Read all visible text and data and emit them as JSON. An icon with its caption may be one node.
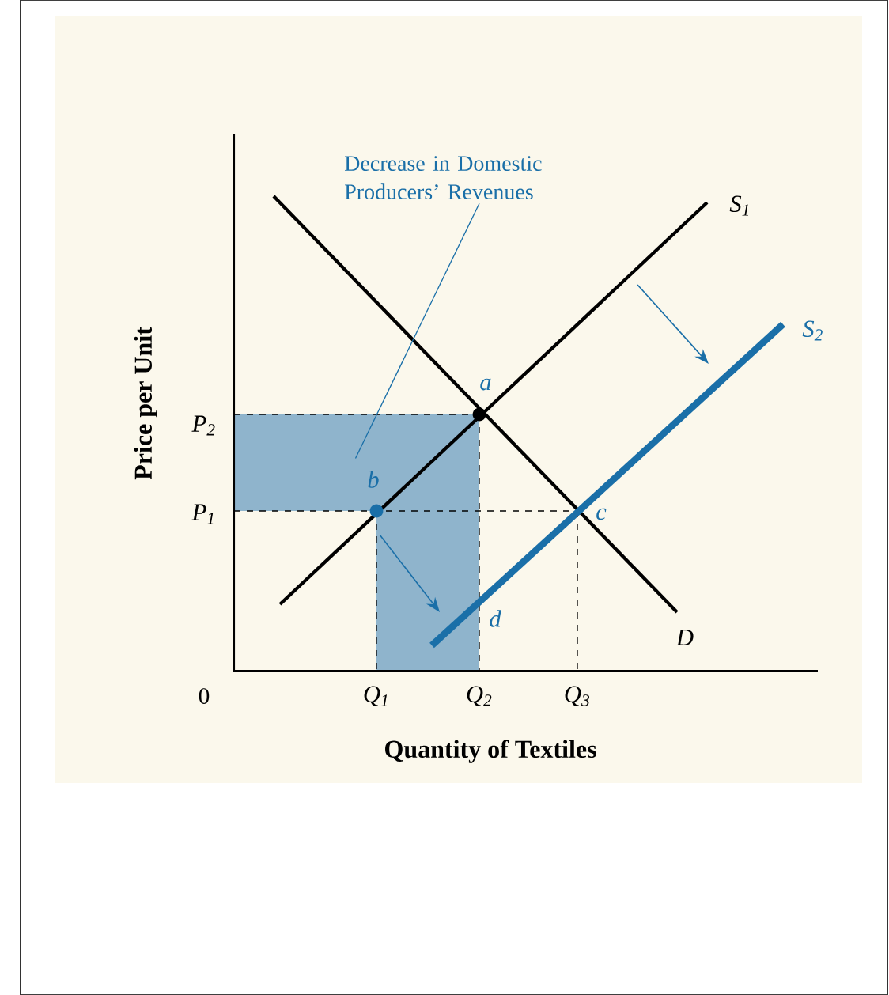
{
  "diagram": {
    "nodes": [
      {
        "text": [
          "Decrease in Domestic Producers’ Revenues"
        ]
      },
      {
        "text": [],
        "shape": "box"
      }
    ],
    "edges": [
      {
        "from": 0,
        "to": 1,
        "arrow": "none"
      }
    ],
    "labels": [
      "S$_{1}$",
      "S$_{2}$",
      "a",
      "P$_{2}$",
      "b",
      "P$_{1}$",
      "c",
      "d",
      "D",
      "Price per Unit",
      "0",
      "Q$_{1}$",
      "Q$_{2}$",
      "Q$_{3}$",
      "Quantity of Textiles"
    ]
  }
}
